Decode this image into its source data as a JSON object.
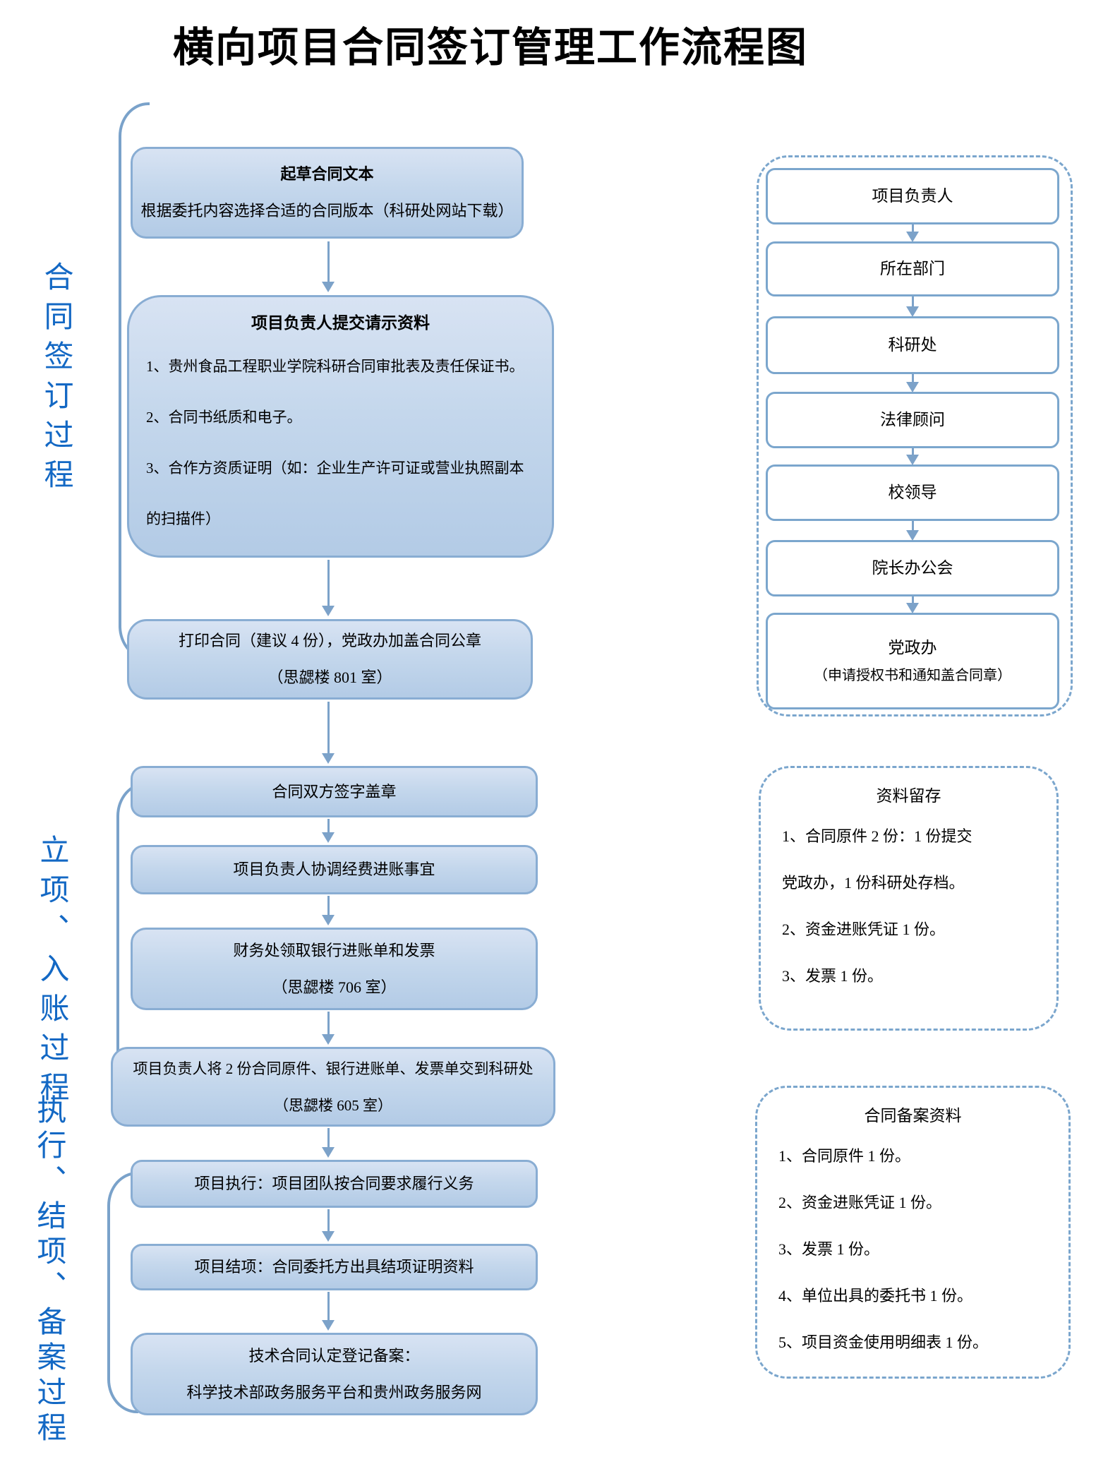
{
  "title": "横向项目合同签订管理工作流程图",
  "colors": {
    "label_blue": "#1368c4",
    "line_blue": "#7aa2ca",
    "box_border_blue": "#89add3",
    "box_fill_blue": "#c4d7ec",
    "org_border_blue": "#7ba6cd"
  },
  "left_labels": [
    "合同签订过程",
    "立项、入账过程",
    "执行、结项、备案过程"
  ],
  "flow_boxes": [
    {
      "lines": [
        "起草合同文本",
        "根据委托内容选择合适的合同版本（科研处网站下载）"
      ]
    },
    {
      "title": "项目负责人提交请示资料",
      "lines": [
        "1、贵州食品工程职业学院科研合同审批表及责任保证书。",
        "2、合同书纸质和电子。",
        "3、合作方资质证明（如：企业生产许可证或营业执照副本",
        "的扫描件）"
      ]
    },
    {
      "lines": [
        "打印合同（建议 4 份），党政办加盖合同公章",
        "（思勰楼 801 室）"
      ]
    },
    {
      "lines": [
        "合同双方签字盖章"
      ]
    },
    {
      "lines": [
        "项目负责人协调经费进账事宜"
      ]
    },
    {
      "lines": [
        "财务处领取银行进账单和发票",
        "（思勰楼 706 室）"
      ]
    },
    {
      "lines": [
        "项目负责人将 2 份合同原件、银行进账单、发票单交到科研处",
        "（思勰楼 605 室）"
      ]
    },
    {
      "lines": [
        "项目执行：项目团队按合同要求履行义务"
      ]
    },
    {
      "lines": [
        "项目结项：合同委托方出具结项证明资料"
      ]
    },
    {
      "lines": [
        "技术合同认定登记备案：",
        "科学技术部政务服务平台和贵州政务服务网"
      ]
    }
  ],
  "org_chain": {
    "boxes": [
      "项目负责人",
      "所在部门",
      "科研处",
      "法律顾问",
      "校领导",
      "院长办公会"
    ],
    "final": {
      "title": "党政办",
      "subtitle": "（申请授权书和通知盖合同章）"
    }
  },
  "archive_panel": {
    "title": "资料留存",
    "lines": [
      "1、合同原件 2 份：1 份提交",
      "党政办，1 份科研处存档。",
      "2、资金进账凭证 1 份。",
      "3、发票 1 份。"
    ]
  },
  "filing_panel": {
    "title": "合同备案资料",
    "lines": [
      "1、合同原件 1 份。",
      "2、资金进账凭证 1 份。",
      "3、发票 1 份。",
      "4、单位出具的委托书 1 份。",
      "5、项目资金使用明细表 1 份。"
    ]
  }
}
